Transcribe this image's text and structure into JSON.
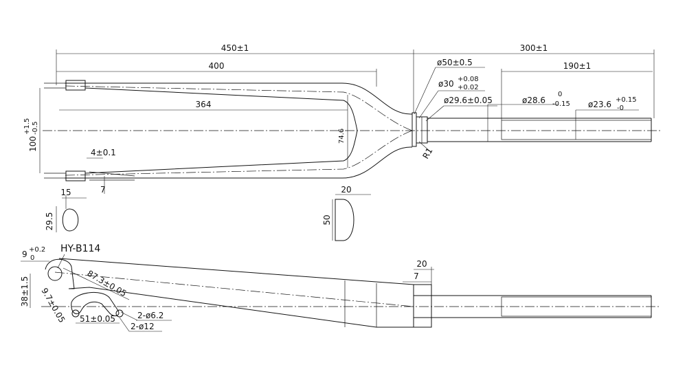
{
  "title": "HY-B114",
  "dimensions": {
    "overall_length": "450±1",
    "steerer_length": "300±1",
    "blade_length": "400",
    "inner_length": "364",
    "crown_height": "74.6",
    "dropout_width_main": "100",
    "dropout_width_tol_upper": "+1.5",
    "dropout_width_tol_lower": "-0.5",
    "dropout_thickness": "4±0.1",
    "dropout_gap": "7",
    "crown_race_diameter": "ø50±0.5",
    "bearing_seat_main": "ø30",
    "bearing_seat_tol_upper": "+0.08",
    "bearing_seat_tol_lower": "+0.02",
    "steerer_lower_diameter": "ø29.6±0.05",
    "steerer_mid_diameter_main": "ø28.6",
    "steerer_mid_tol_upper": "0",
    "steerer_mid_tol_lower": "-0.15",
    "steerer_top_diameter_main": "ø23.6",
    "steerer_top_tol_upper": "+0.15",
    "steerer_top_tol_lower": "-0",
    "steerer_top_length": "190±1",
    "radius": "R1",
    "blade_section_width": "15",
    "blade_section_height": "29.5",
    "crown_section_width": "20",
    "crown_section_height": "50",
    "axle_offset_main": "9",
    "axle_offset_tol_upper": "+0.2",
    "axle_offset_tol_lower": "0",
    "fork_rake": "38±1.5",
    "dropout_angle_1": "87.3±0.05",
    "dropout_angle_2": "9.7±0.05",
    "brake_mount_spacing": "51±0.05",
    "hole_small": "2-ø6.2",
    "hole_large": "2-ø12",
    "side_crown_width": "20",
    "side_crown_gap": "7"
  }
}
